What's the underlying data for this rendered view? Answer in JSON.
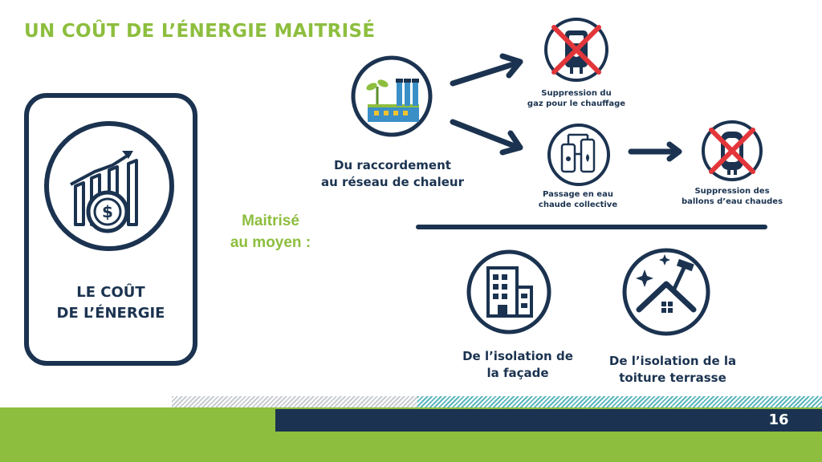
{
  "title": "UN COÛT DE L’ÉNERGIE MAITRISÉ",
  "card": {
    "line1": "LE COÛT",
    "line2": "DE L’ÉNERGIE"
  },
  "means": {
    "line1": "Maitrisé",
    "line2": "au moyen :"
  },
  "heat_network": {
    "line1": "Du raccordement",
    "line2": "au réseau de chaleur"
  },
  "gas_removal": {
    "line1": "Suppression du",
    "line2": "gaz pour le chauffage"
  },
  "collective_hot_water": {
    "line1": "Passage en eau",
    "line2": "chaude collective"
  },
  "tank_removal": {
    "line1": "Suppression des",
    "line2": "ballons d’eau chaudes"
  },
  "facade": {
    "line1": "De l’isolation de",
    "line2": "la façade"
  },
  "roof": {
    "line1": "De l’isolation de la",
    "line2": "toiture terrasse"
  },
  "page_number": "16",
  "colors": {
    "navy": "#1b3350",
    "green": "#8dbe3e",
    "teal": "#5bb6bd",
    "red": "#e2363a"
  },
  "icons": [
    "chart-dollar-icon",
    "factory-icon",
    "gas-boiler-crossed-icon",
    "boiler-room-icon",
    "water-heater-crossed-icon",
    "building-icon",
    "roof-repair-icon",
    "arrow-icon"
  ]
}
